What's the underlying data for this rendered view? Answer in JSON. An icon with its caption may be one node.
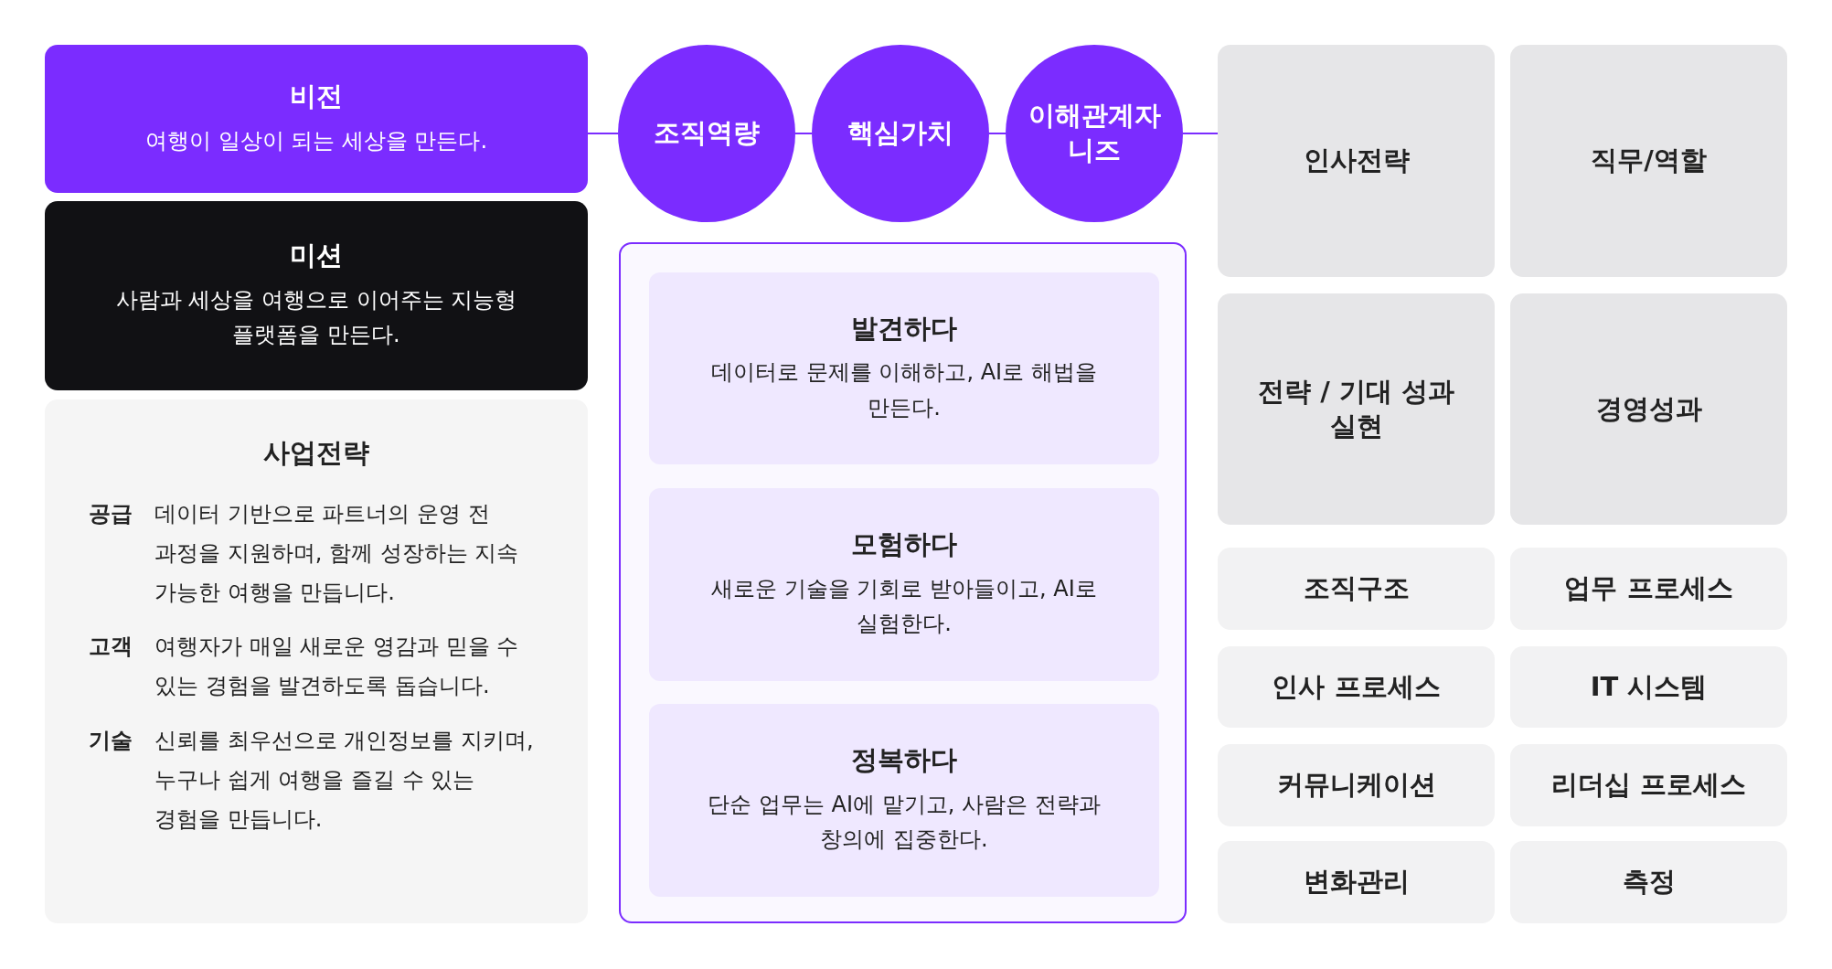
{
  "diagram": {
    "nodes": [
      {
        "text": [
          "비전",
          "여행이 일상이 되는 세상을 만든다."
        ]
      },
      {
        "text": [
          "미션",
          "사람과 세상을 여행으로 이어주는 지능형 플랫폼을 만든다."
        ]
      },
      {
        "text": [
          "사업전략",
          "공급",
          "데이터 기반으로 파트너의 운영 전 과정을 지원하며, 함께 성장하는 지속 가능한 여행을 만듭니다.",
          "고객",
          "여행자가 매일 새로운 영감과 믿을 수 있는 경험을 발견하도록 돕습니다.",
          "기술",
          "신뢰를 최우선으로 개인정보를 지키며, 누구나 쉽게 여행을 즐길 수 있는 경험을 만듭니다."
        ]
      },
      {
        "text": [
          "조직역량"
        ]
      },
      {
        "text": [
          "핵심가치"
        ]
      },
      {
        "text": [
          "이해관계자 니즈"
        ]
      },
      {
        "text": [],
        "shape": "box"
      },
      {
        "text": [
          "발견하다",
          "데이터로 문제를 이해하고, AI로 해법을 만든다."
        ],
        "in": 6
      },
      {
        "text": [
          "모험하다",
          "새로운 기술을 기회로 받아들이고, AI로 실험한다."
        ],
        "in": 6
      },
      {
        "text": [
          "정복하다",
          "단순 업무는 AI에 맡기고, 사람은 전략과 창의에 집중한다."
        ],
        "in": 6
      },
      {
        "text": [
          "인사전략"
        ]
      },
      {
        "text": [
          "직무/역할"
        ]
      },
      {
        "text": [
          "전략 / 기대 성과 실현"
        ]
      },
      {
        "text": [
          "경영성과"
        ]
      },
      {
        "text": [
          "조직구조"
        ]
      },
      {
        "text": [
          "업무 프로세스"
        ]
      },
      {
        "text": [
          "인사 프로세스"
        ]
      },
      {
        "text": [
          "IT 시스템"
        ]
      },
      {
        "text": [
          "커뮤니케이션"
        ]
      },
      {
        "text": [
          "리더십 프로세스"
        ]
      },
      {
        "text": [
          "변화관리"
        ]
      },
      {
        "text": [
          "측정"
        ]
      }
    ],
    "edges": [
      {
        "from": 0,
        "to": 3,
        "arrow": "none"
      },
      {
        "from": 3,
        "to": 4,
        "arrow": "none"
      },
      {
        "from": 4,
        "to": 5,
        "arrow": "none"
      },
      {
        "from": 5,
        "to": 10,
        "arrow": "none"
      }
    ]
  }
}
